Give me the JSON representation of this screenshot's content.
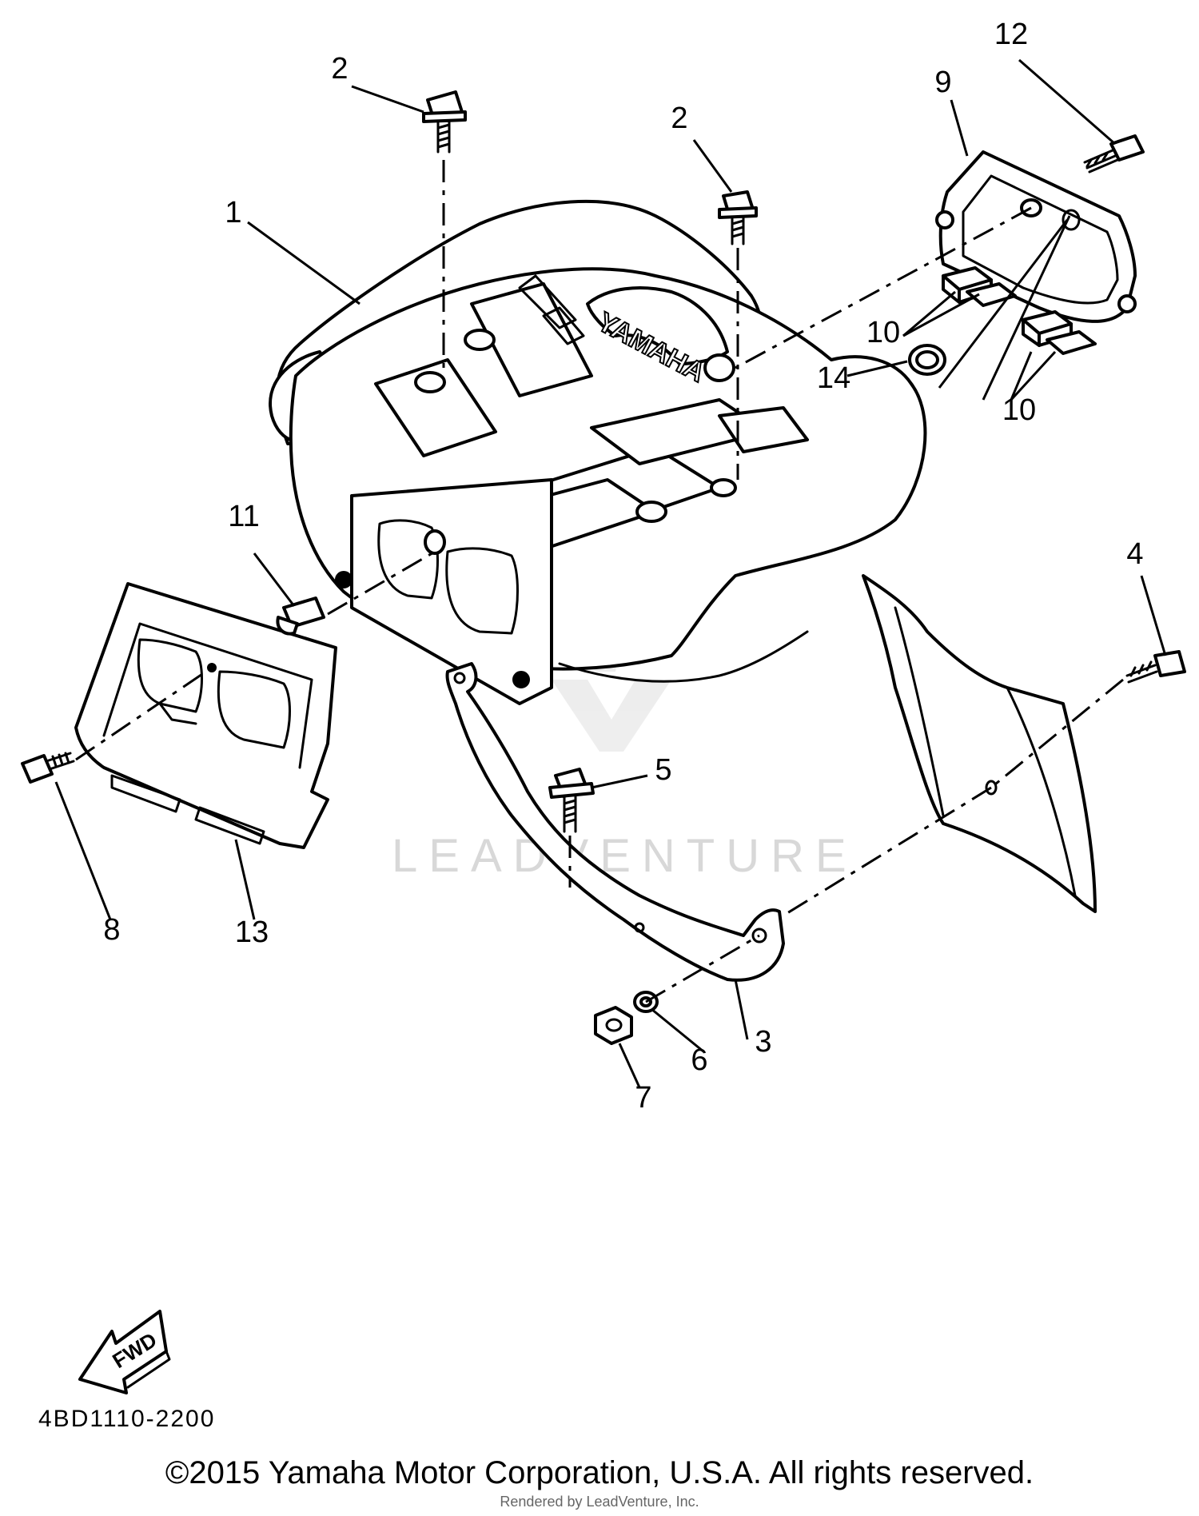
{
  "diagram": {
    "callouts": [
      {
        "id": "c1",
        "label": "1"
      },
      {
        "id": "c2a",
        "label": "2"
      },
      {
        "id": "c2b",
        "label": "2"
      },
      {
        "id": "c3",
        "label": "3"
      },
      {
        "id": "c4",
        "label": "4"
      },
      {
        "id": "c5",
        "label": "5"
      },
      {
        "id": "c6",
        "label": "6"
      },
      {
        "id": "c7",
        "label": "7"
      },
      {
        "id": "c8",
        "label": "8"
      },
      {
        "id": "c9",
        "label": "9"
      },
      {
        "id": "c10a",
        "label": "10"
      },
      {
        "id": "c10b",
        "label": "10"
      },
      {
        "id": "c11",
        "label": "11"
      },
      {
        "id": "c12",
        "label": "12"
      },
      {
        "id": "c13",
        "label": "13"
      },
      {
        "id": "c14",
        "label": "14"
      }
    ],
    "brand_emboss": "YAMAHA",
    "fwd_label": "FWD",
    "watermark": "LEADVENTURE"
  },
  "footer": {
    "diagram_code": "4BD1110-2200",
    "copyright": "©2015 Yamaha Motor Corporation, U.S.A. All rights reserved.",
    "rendered_by": "Rendered by LeadVenture, Inc."
  }
}
